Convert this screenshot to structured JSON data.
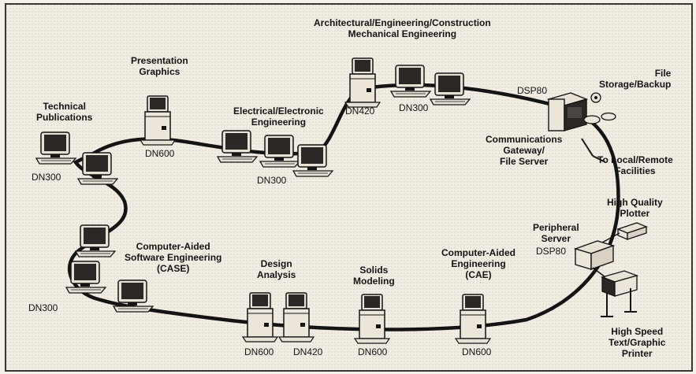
{
  "groups": {
    "aec": [
      "Architectural/Engineering/Construction",
      "Mechanical Engineering"
    ],
    "presentation": [
      "Presentation",
      "Graphics"
    ],
    "technical": [
      "Technical",
      "Publications"
    ],
    "electrical": [
      "Electrical/Electronic",
      "Engineering"
    ],
    "file_storage": [
      "File",
      "Storage/Backup"
    ],
    "comms": [
      "Communications",
      "Gateway/",
      "File Server"
    ],
    "remote": [
      "To Local/Remote",
      "Facilities"
    ],
    "plotter": [
      "High Quality",
      "Plotter"
    ],
    "peripheral": [
      "Peripheral",
      "Server"
    ],
    "case": [
      "Computer-Aided",
      "Software Engineering",
      "(CASE)"
    ],
    "design": [
      "Design",
      "Analysis"
    ],
    "solids": [
      "Solids",
      "Modeling"
    ],
    "cae": [
      "Computer-Aided",
      "Engineering",
      "(CAE)"
    ],
    "printer": [
      "High Speed",
      "Text/Graphic",
      "Printer"
    ]
  },
  "node_tags": {
    "dn420_top": "DN420",
    "dn300_top": "DN300",
    "dsp80_top": "DSP80",
    "dn600_pres": "DN600",
    "dn300_tech": "DN300",
    "dn300_elec": "DN300",
    "dsp80_periph": "DSP80",
    "dn300_case": "DN300",
    "dn600_design": "DN600",
    "dn420_design": "DN420",
    "dn600_solids": "DN600",
    "dn600_cae": "DN600"
  },
  "colors": {
    "ink": "#141414",
    "paper": "#f4efe6",
    "screen": "#2a2724"
  }
}
